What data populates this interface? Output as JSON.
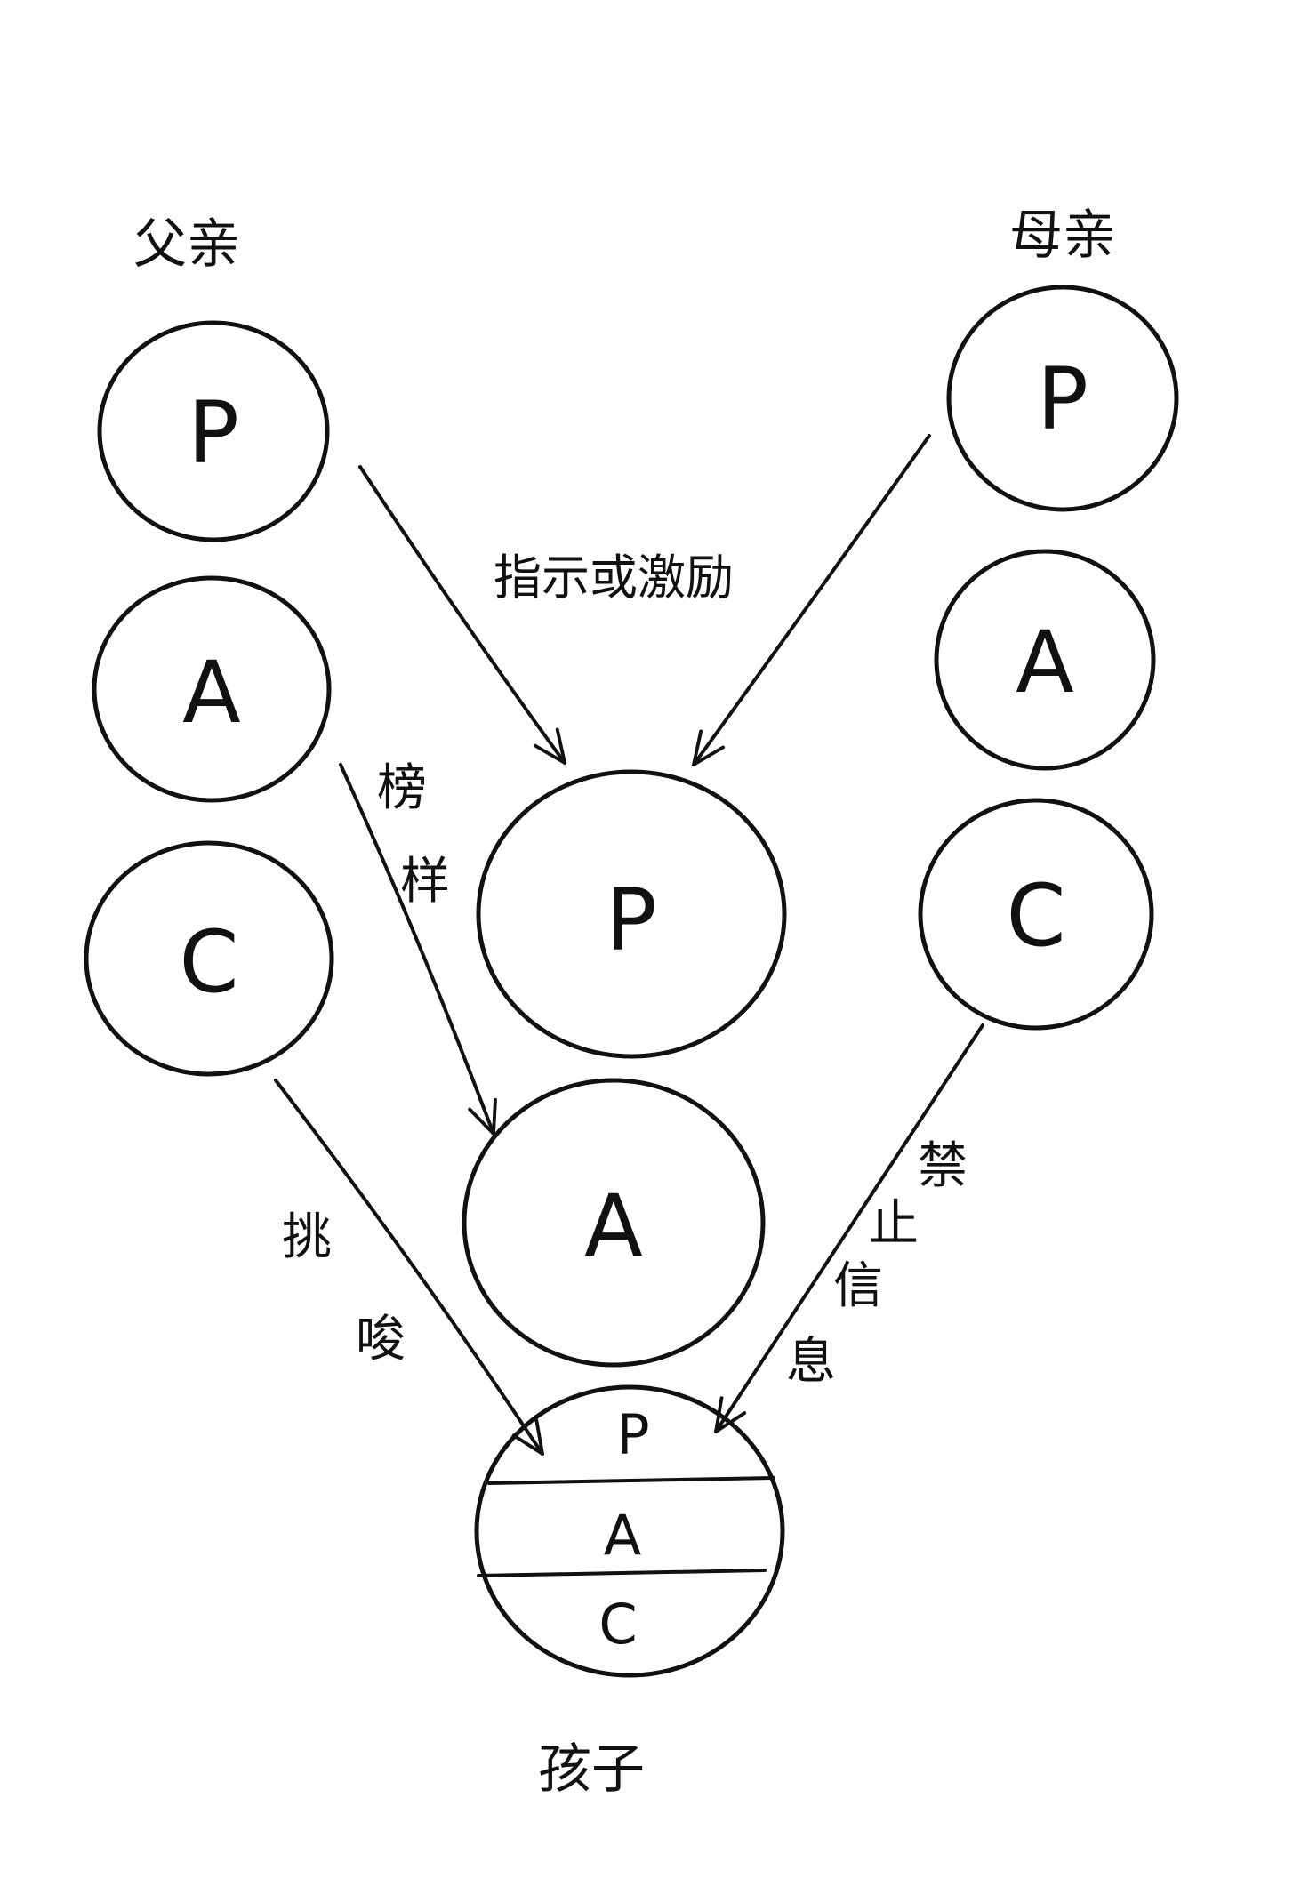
{
  "labels": {
    "father": "父亲",
    "mother": "母亲",
    "child": "孩子"
  },
  "ego_states": {
    "parent": "P",
    "adult": "A",
    "child": "C"
  },
  "edges": {
    "directive": "指示或激励",
    "model": [
      "榜",
      "样"
    ],
    "instigate": [
      "挑",
      "唆"
    ],
    "prohibit": [
      "禁",
      "止",
      "信",
      "息"
    ]
  }
}
